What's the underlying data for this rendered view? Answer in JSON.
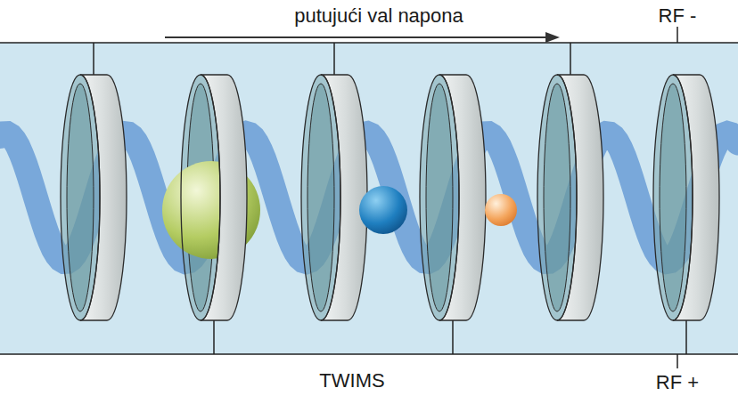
{
  "diagram": {
    "labels": [
      "putujući val napona",
      "RF -",
      "TWIMS",
      "RF +"
    ]
  }
}
